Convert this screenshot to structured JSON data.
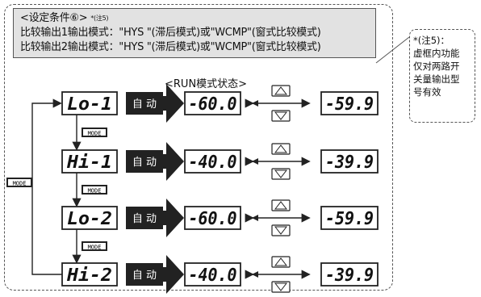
{
  "header": {
    "line1": "<设定条件⑥>",
    "line1_note": "*(注5)",
    "line2": "比较输出1输出模式：\"HYS \"(滞后模式)或\"WCMP\"(窗式比较模式)",
    "line3": "比较输出2输出模式：\"HYS \"(滞后模式)或\"WCMP\"(窗式比较模式)"
  },
  "note": {
    "lines": [
      "*(注5)：",
      "虚框内功能",
      "仅对两路开",
      "关量输出型",
      "号有效"
    ]
  },
  "run_title": "<RUN模式状态>",
  "mode_key": "MODE",
  "auto_label": "自 动",
  "rows": [
    {
      "param": "Lo-1",
      "pv": "-60.0",
      "sv": "-59.9"
    },
    {
      "param": "Hi-1",
      "pv": "-40.0",
      "sv": "-39.9"
    },
    {
      "param": "Lo-2",
      "pv": "-60.0",
      "sv": "-59.9"
    },
    {
      "param": "Hi-2",
      "pv": "-40.0",
      "sv": "-39.9"
    }
  ],
  "colors": {
    "arrow": "#222222",
    "frame": "#555555",
    "header_bg": "#e2e2e2"
  }
}
